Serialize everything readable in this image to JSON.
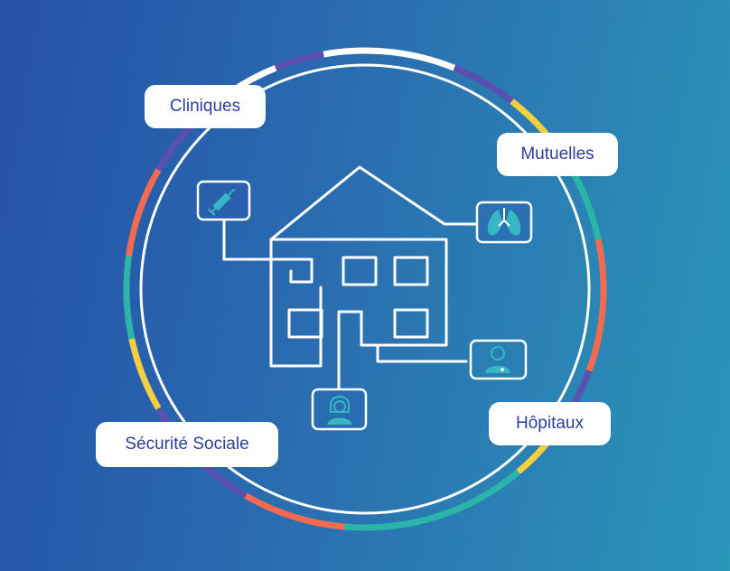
{
  "labels": {
    "cliniques": "Cliniques",
    "mutuelles": "Mutuelles",
    "hopitaux": "Hôpitaux",
    "securite_sociale": "Sécurité Sociale"
  },
  "colors": {
    "label_text": "#2b3f9c",
    "ring_white": "#ffffff",
    "ring_purple": "#5b4fb0",
    "ring_orange": "#f26a4f",
    "ring_teal": "#2bb5a8",
    "ring_yellow": "#f5cf3e",
    "icon_teal": "#35b8c4"
  },
  "icons": [
    "syringe-icon",
    "lungs-icon",
    "doctor-icon",
    "nurse-icon",
    "house-icon"
  ]
}
